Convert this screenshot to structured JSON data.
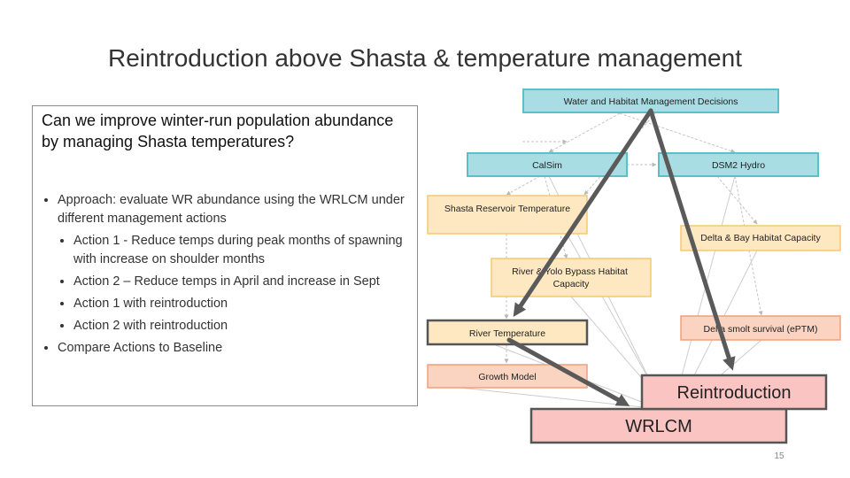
{
  "slide": {
    "title": "Reintroduction above Shasta & temperature management",
    "page_number": "15"
  },
  "question_box": {
    "question": "Can we improve winter-run population abundance by managing Shasta temperatures?",
    "bullets": [
      {
        "text": "Approach: evaluate WR abundance using the WRLCM under different management actions",
        "sub": [
          "Action 1 - Reduce temps during peak months of spawning with increase on shoulder months",
          "Action 2 – Reduce temps in April and increase in Sept",
          "Action 1 with reintroduction",
          "Action 2 with reintroduction"
        ]
      },
      {
        "text": "Compare Actions to Baseline"
      }
    ]
  },
  "diagram": {
    "nodes": {
      "water": "Water and Habitat Management Decisions",
      "calsim": "CalSim",
      "dsm2": "DSM2 Hydro",
      "shasta": "Shasta Reservoir Temperature",
      "delta_bay": "Delta & Bay Habitat Capacity",
      "river_yolo": "River & Yolo Bypass Habitat Capacity",
      "river_temp": "River Temperature",
      "delta_smolt": "Delta smolt survival (ePTM)",
      "growth": "Growth Model",
      "reintro": "Reintroduction",
      "wrlcm": "WRLCM"
    },
    "colors": {
      "model_blue_fill": "#a9dde4",
      "model_blue_border": "#5cc0cc",
      "habitat_yellow_fill": "#fde8c2",
      "habitat_yellow_border": "#f6c870",
      "survival_orange_fill": "#fbd3c1",
      "survival_orange_border": "#f0a07c",
      "lifecycle_red_fill": "#f9c4c2",
      "highlight_border": "#555555",
      "path_arrow": "#5a5a5a"
    }
  }
}
